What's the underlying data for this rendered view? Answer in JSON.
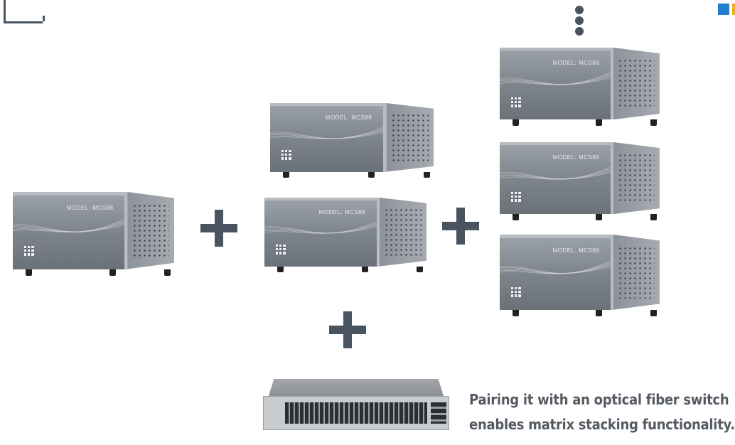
{
  "devices": [
    {
      "model": "MODEL: MCS88",
      "group": "single"
    },
    {
      "model": "MODEL: MCS88",
      "group": "pair"
    },
    {
      "model": "MODEL: MCS88",
      "group": "pair"
    },
    {
      "model": "MODEL: MCS88",
      "group": "stack"
    },
    {
      "model": "MODEL: MCS88",
      "group": "stack"
    },
    {
      "model": "MODEL: MCS88",
      "group": "stack"
    }
  ],
  "caption": {
    "line1": "Pairing it with an optical fiber switch",
    "line2": "enables matrix stacking functionality."
  },
  "colors": {
    "accent": "#4a5360",
    "text": "#555b62",
    "blue": "#1f7fd1",
    "yellow": "#f2b400"
  },
  "icons": [
    "plus-icon",
    "more-vertical-icon",
    "corner-bracket-icon"
  ]
}
